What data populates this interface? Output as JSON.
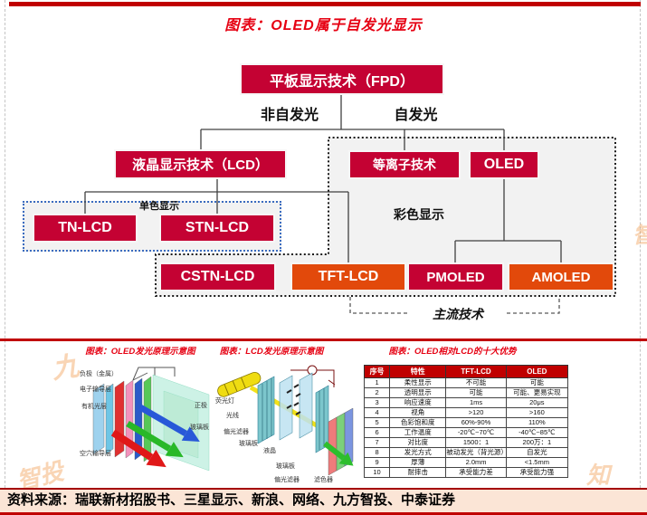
{
  "page": {
    "title": "图表：OLED属于自发光显示",
    "source": "资料来源：瑞联新材招股书、三星显示、新浪、网络、九方智投、中泰证券"
  },
  "flowchart": {
    "root": "平板显示技术（FPD）",
    "branch_left_label": "非自发光",
    "branch_right_label": "自发光",
    "nodes": {
      "lcd": "液晶显示技术（LCD）",
      "plasma": "等离子技术",
      "oled": "OLED",
      "tn": "TN-LCD",
      "stn": "STN-LCD",
      "cstn": "CSTN-LCD",
      "tft": "TFT-LCD",
      "pmoled": "PMOLED",
      "amoled": "AMOLED"
    },
    "group_labels": {
      "mono": "单色显示",
      "color": "彩色显示",
      "mainstream": "主流技术"
    }
  },
  "figures": {
    "oled_fig": {
      "title": "图表：OLED发光原理示意图",
      "labels": [
        "负极（金属）",
        "电子输导层",
        "有机光层",
        "空穴输导层",
        "正极",
        "玻璃板"
      ]
    },
    "lcd_fig": {
      "title": "图表：LCD发光原理示意图",
      "labels": [
        "荧光灯",
        "光线",
        "偏光滤器",
        "玻璃板",
        "液晶",
        "玻璃板",
        "偏光滤器",
        "滤色器"
      ]
    },
    "table_fig": {
      "title": "图表：OLED相对LCD的十大优势",
      "headers": [
        "序号",
        "特性",
        "TFT-LCD",
        "OLED"
      ],
      "rows": [
        [
          "1",
          "柔性显示",
          "不可能",
          "可能"
        ],
        [
          "2",
          "透明显示",
          "可能",
          "可能、更易实现"
        ],
        [
          "3",
          "响应速度",
          "1ms",
          "20μs"
        ],
        [
          "4",
          "视角",
          ">120",
          ">160"
        ],
        [
          "5",
          "色彩饱和度",
          "60%-90%",
          "110%"
        ],
        [
          "6",
          "工作温度",
          "-20℃~70℃",
          "-40℃~85℃"
        ],
        [
          "7",
          "对比度",
          "1500：1",
          "200万：1"
        ],
        [
          "8",
          "发光方式",
          "被动发光（背光源）",
          "自发光"
        ],
        [
          "9",
          "厚薄",
          "2.0mm",
          "<1.5mm"
        ],
        [
          "10",
          "耐摔击",
          "承受能力差",
          "承受能力强"
        ]
      ]
    }
  },
  "watermarks": {
    "w1": "九",
    "w2": "智投",
    "w3": "知",
    "w4": "智"
  },
  "colors": {
    "crimson_box": "#C40233",
    "orange_box": "#E2490B",
    "header_red": "#C00000",
    "title_red": "#E60012",
    "source_bg": "#FBE5D6",
    "group_bg": "#F2F2F2",
    "blue_dotted": "#3A6BBF"
  }
}
